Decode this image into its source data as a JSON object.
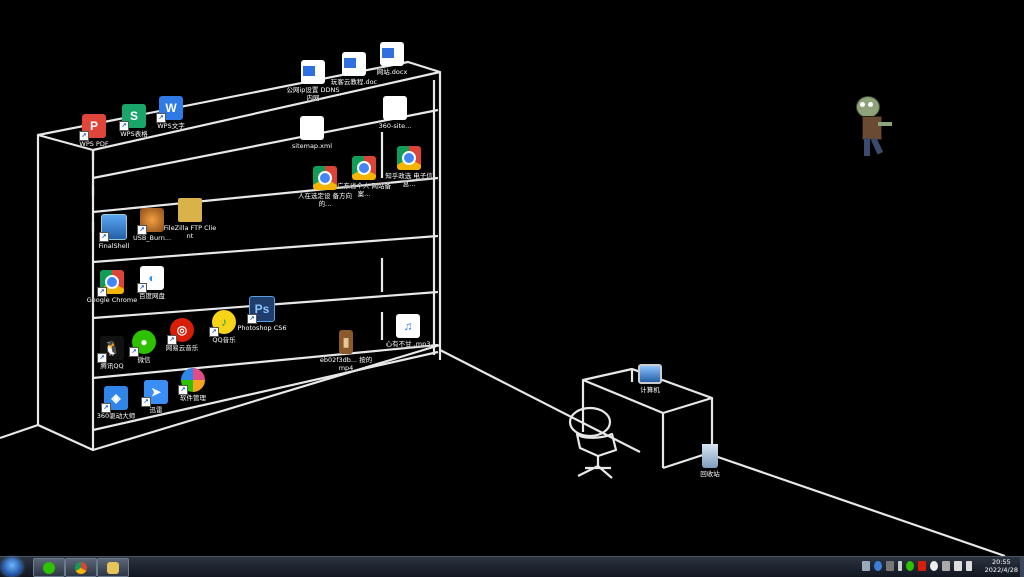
{
  "desktop": {
    "icons": [
      {
        "id": "wps-pdf",
        "label": "WPS PDF",
        "color": "#e0453a",
        "glyph": "P"
      },
      {
        "id": "wps-sheet",
        "label": "WPS表格",
        "color": "#1aa56b",
        "glyph": "S"
      },
      {
        "id": "wps-writer",
        "label": "WPS文字",
        "color": "#2f7ae5",
        "glyph": "W"
      },
      {
        "id": "gongwang-doc",
        "label": "公网ip设置 DDNS内网",
        "glyph": "W"
      },
      {
        "id": "wanke-doc",
        "label": "玩客云教程.doc",
        "glyph": "W"
      },
      {
        "id": "wangzhan-doc",
        "label": "网站.docx",
        "glyph": "W"
      },
      {
        "id": "sitemap-360",
        "label": "360-site...",
        "glyph": ""
      },
      {
        "id": "sitemap-xml",
        "label": "sitemap.xml",
        "glyph": ""
      },
      {
        "id": "chrome-1",
        "label": "人在选定设 备方向的...",
        "glyph": ""
      },
      {
        "id": "chrome-2",
        "label": "广东省个人 网站备案...",
        "glyph": ""
      },
      {
        "id": "chrome-3",
        "label": "知乎政选 电子信息...",
        "glyph": ""
      },
      {
        "id": "finalshell",
        "label": "FinalShell",
        "color": "#3a7fd5",
        "glyph": ""
      },
      {
        "id": "usb-burn",
        "label": "USB_Burn...",
        "color": "#c9762a",
        "glyph": ""
      },
      {
        "id": "filezilla",
        "label": "FileZilla FTP Client",
        "color": "#d9b24a",
        "glyph": ""
      },
      {
        "id": "google-chrome",
        "label": "Google Chrome",
        "glyph": ""
      },
      {
        "id": "baidu-pan",
        "label": "百度网盘",
        "color": "#2f8fe8",
        "glyph": "◐"
      },
      {
        "id": "tencent-qq",
        "label": "腾讯QQ",
        "color": "#111",
        "glyph": "🐧"
      },
      {
        "id": "wechat",
        "label": "微信",
        "color": "#2dc100",
        "glyph": "●"
      },
      {
        "id": "netease-music",
        "label": "网易云音乐",
        "color": "#d81e06",
        "glyph": "◎"
      },
      {
        "id": "qq-music",
        "label": "QQ音乐",
        "color": "#f7d417",
        "glyph": "♪"
      },
      {
        "id": "photoshop",
        "label": "Photoshop CS6",
        "color": "#1f3e6e",
        "glyph": "Ps"
      },
      {
        "id": "video-mp4",
        "label": "eb02f3db... 按的mp4",
        "color": "#8a5a2b",
        "glyph": "▮"
      },
      {
        "id": "mp3-file",
        "label": "心有不甘 .mp3",
        "glyph": "♫"
      },
      {
        "id": "driver-360",
        "label": "360驱动大师",
        "color": "#2f86e8",
        "glyph": "◈"
      },
      {
        "id": "xunlei",
        "label": "迅雷",
        "color": "#3a8ef5",
        "glyph": "➤"
      },
      {
        "id": "software-manager",
        "label": "软件管理",
        "color": "#e04b8a",
        "glyph": "✿"
      },
      {
        "id": "computer",
        "label": "计算机",
        "color": "#3a7fd5",
        "glyph": "▭"
      },
      {
        "id": "recycle-bin",
        "label": "回收站",
        "color": "#9ab4d0",
        "glyph": "🗑"
      }
    ]
  },
  "taskbar": {
    "apps": [
      {
        "id": "wechat",
        "color": "#2dc100"
      },
      {
        "id": "chrome",
        "color": "#db4437"
      },
      {
        "id": "explorer",
        "color": "#e7c45a"
      }
    ],
    "clock": {
      "time": "20:55",
      "date": "2022/4/28"
    }
  }
}
